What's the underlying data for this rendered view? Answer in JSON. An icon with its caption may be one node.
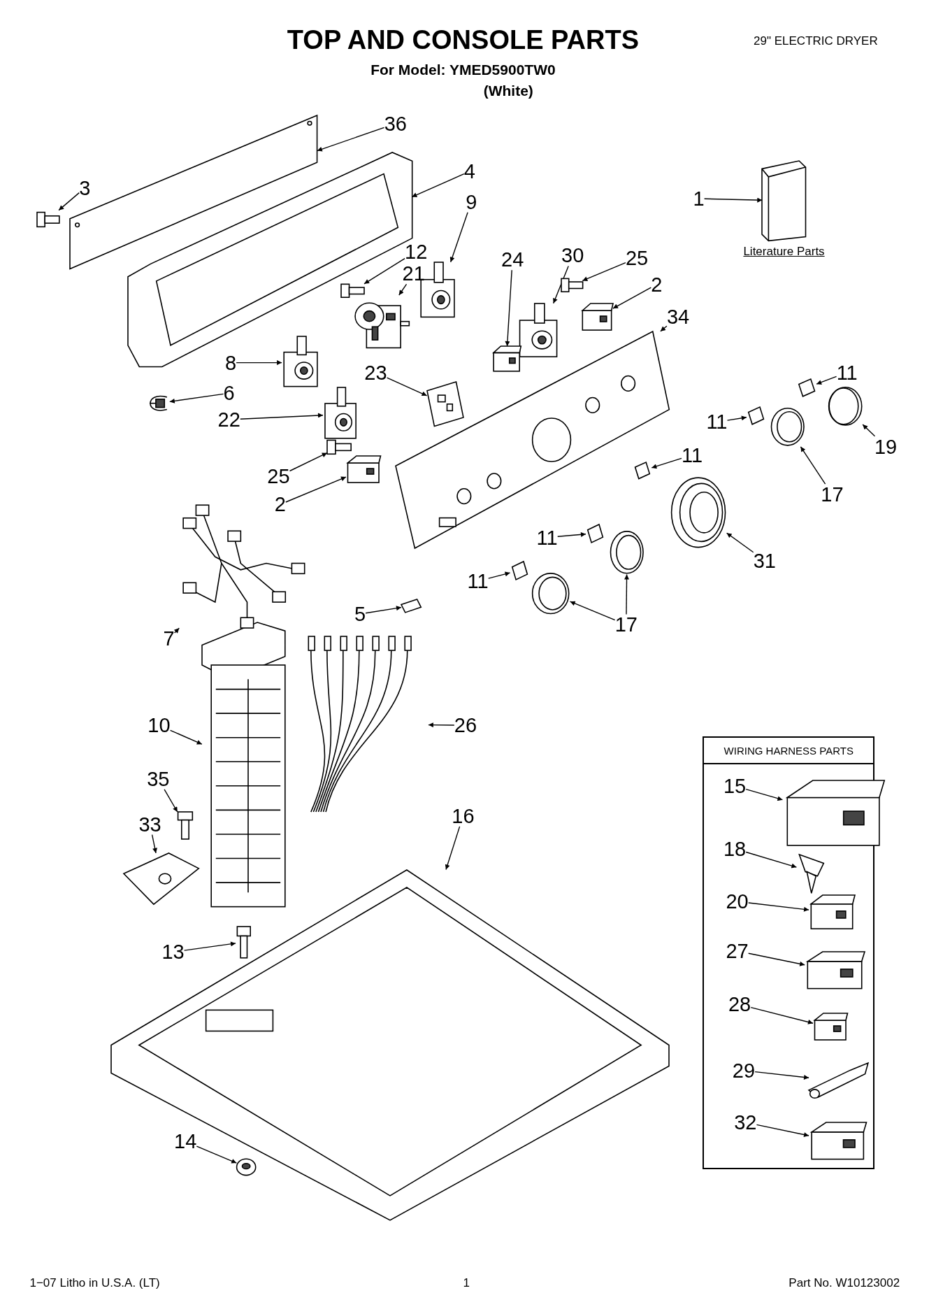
{
  "diagram": {
    "title": "TOP AND CONSOLE PARTS",
    "nodes": [
      {
        "text": [
          "36"
        ]
      },
      {
        "text": [],
        "shape": "picture"
      },
      {
        "text": [
          "3"
        ]
      },
      {
        "text": [],
        "shape": "picture"
      },
      {
        "text": [
          "4"
        ]
      },
      {
        "text": [],
        "shape": "picture"
      },
      {
        "text": [
          "1"
        ]
      },
      {
        "text": [],
        "shape": "picture",
        "beside": [
          "Literature Parts"
        ]
      },
      {
        "text": [
          "9"
        ]
      },
      {
        "text": [],
        "shape": "picture"
      },
      {
        "text": [
          "12"
        ]
      },
      {
        "text": [],
        "shape": "picture"
      },
      {
        "text": [
          "21"
        ]
      },
      {
        "text": [],
        "shape": "picture"
      },
      {
        "text": [
          "24"
        ]
      },
      {
        "text": [],
        "shape": "picture"
      },
      {
        "text": [
          "30"
        ]
      },
      {
        "text": [],
        "shape": "picture"
      },
      {
        "text": [
          "25"
        ]
      },
      {
        "text": [],
        "shape": "picture"
      },
      {
        "text": [
          "2"
        ]
      },
      {
        "text": [],
        "shape": "picture"
      },
      {
        "text": [
          "34"
        ]
      },
      {
        "text": [],
        "shape": "picture"
      },
      {
        "text": [
          "8"
        ]
      },
      {
        "text": [],
        "shape": "picture"
      },
      {
        "text": [
          "23"
        ]
      },
      {
        "text": [],
        "shape": "picture"
      },
      {
        "text": [
          "6"
        ]
      },
      {
        "text": [],
        "shape": "picture"
      },
      {
        "text": [
          "22"
        ]
      },
      {
        "text": [],
        "shape": "picture"
      },
      {
        "text": [
          "11"
        ]
      },
      {
        "text": [],
        "shape": "picture"
      },
      {
        "text": [
          "11"
        ]
      },
      {
        "text": [],
        "shape": "picture"
      },
      {
        "text": [
          "19"
        ]
      },
      {
        "text": [],
        "shape": "picture"
      },
      {
        "text": [
          "25"
        ]
      },
      {
        "text": [],
        "shape": "picture"
      },
      {
        "text": [
          "11"
        ]
      },
      {
        "text": [],
        "shape": "picture"
      },
      {
        "text": [
          "17"
        ]
      },
      {
        "text": [],
        "shape": "picture"
      },
      {
        "text": [
          "2"
        ]
      },
      {
        "text": [],
        "shape": "picture"
      },
      {
        "text": [
          "31"
        ]
      },
      {
        "text": [],
        "shape": "picture"
      },
      {
        "text": [
          "11"
        ]
      },
      {
        "text": [],
        "shape": "picture"
      },
      {
        "text": [
          "11"
        ]
      },
      {
        "text": [],
        "shape": "picture"
      },
      {
        "text": [
          "17"
        ]
      },
      {
        "text": [],
        "shape": "picture"
      },
      {
        "text": [],
        "shape": "picture"
      },
      {
        "text": [
          "5"
        ]
      },
      {
        "text": [],
        "shape": "picture"
      },
      {
        "text": [
          "7"
        ]
      },
      {
        "text": [],
        "shape": "picture"
      },
      {
        "text": [
          "10"
        ]
      },
      {
        "text": [],
        "shape": "picture"
      },
      {
        "text": [
          "26"
        ]
      },
      {
        "text": [],
        "shape": "picture"
      },
      {
        "text": [
          "35"
        ]
      },
      {
        "text": [],
        "shape": "picture"
      },
      {
        "text": [
          "33"
        ]
      },
      {
        "text": [],
        "shape": "picture"
      },
      {
        "text": [
          "16"
        ]
      },
      {
        "text": [],
        "shape": "picture"
      },
      {
        "text": [
          "13"
        ]
      },
      {
        "text": [],
        "shape": "picture"
      },
      {
        "text": [
          "14"
        ]
      },
      {
        "text": [],
        "shape": "picture"
      },
      {
        "text": [
          "WIRING HARNESS PARTS"
        ]
      },
      {
        "text": [
          "15"
        ],
        "in": 73
      },
      {
        "text": [],
        "shape": "picture",
        "in": 73
      },
      {
        "text": [
          "18"
        ],
        "in": 73
      },
      {
        "text": [],
        "shape": "picture",
        "in": 73
      },
      {
        "text": [
          "20"
        ],
        "in": 73
      },
      {
        "text": [],
        "shape": "picture",
        "in": 73
      },
      {
        "text": [
          "27"
        ],
        "in": 73
      },
      {
        "text": [],
        "shape": "picture",
        "in": 73
      },
      {
        "text": [
          "28"
        ],
        "in": 73
      },
      {
        "text": [],
        "shape": "picture",
        "in": 73
      },
      {
        "text": [
          "29"
        ],
        "in": 73
      },
      {
        "text": [],
        "shape": "picture",
        "in": 73
      },
      {
        "text": [
          "32"
        ],
        "in": 73
      },
      {
        "text": [],
        "shape": "picture",
        "in": 73
      }
    ],
    "edges": [
      {
        "from": 0,
        "to": 1,
        "arrow": "to"
      },
      {
        "from": 2,
        "to": 3,
        "arrow": "to"
      },
      {
        "from": 4,
        "to": 5,
        "arrow": "to"
      },
      {
        "from": 6,
        "to": 7,
        "arrow": "to"
      },
      {
        "from": 8,
        "to": 9,
        "arrow": "to"
      },
      {
        "from": 10,
        "to": 11,
        "arrow": "to"
      },
      {
        "from": 12,
        "to": 13,
        "arrow": "to"
      },
      {
        "from": 14,
        "to": 15,
        "arrow": "to"
      },
      {
        "from": 16,
        "to": 17,
        "arrow": "to"
      },
      {
        "from": 18,
        "to": 19,
        "arrow": "to"
      },
      {
        "from": 20,
        "to": 21,
        "arrow": "to"
      },
      {
        "from": 22,
        "to": 23,
        "arrow": "to"
      },
      {
        "from": 24,
        "to": 25,
        "arrow": "to"
      },
      {
        "from": 26,
        "to": 27,
        "arrow": "to"
      },
      {
        "from": 28,
        "to": 29,
        "arrow": "to"
      },
      {
        "from": 30,
        "to": 31,
        "arrow": "to"
      },
      {
        "from": 32,
        "to": 33,
        "arrow": "to"
      },
      {
        "from": 34,
        "to": 35,
        "arrow": "to"
      },
      {
        "from": 36,
        "to": 37,
        "arrow": "to"
      },
      {
        "from": 38,
        "to": 39,
        "arrow": "to"
      },
      {
        "from": 40,
        "to": 41,
        "arrow": "to"
      },
      {
        "from": 42,
        "to": 43,
        "arrow": "to"
      },
      {
        "from": 44,
        "to": 45,
        "arrow": "to"
      },
      {
        "from": 46,
        "to": 47,
        "arrow": "to"
      },
      {
        "from": 48,
        "to": 49,
        "arrow": "to"
      },
      {
        "from": 50,
        "to": 51,
        "arrow": "to"
      },
      {
        "from": 52,
        "to": 53,
        "arrow": "to"
      },
      {
        "from": 52,
        "to": 54,
        "arrow": "to"
      },
      {
        "from": 55,
        "to": 56,
        "arrow": "to"
      },
      {
        "from": 57,
        "to": 58,
        "arrow": "to"
      },
      {
        "from": 59,
        "to": 60,
        "arrow": "to"
      },
      {
        "from": 61,
        "to": 62,
        "arrow": "to"
      },
      {
        "from": 63,
        "to": 64,
        "arrow": "to"
      },
      {
        "from": 65,
        "to": 66,
        "arrow": "to"
      },
      {
        "from": 67,
        "to": 68,
        "arrow": "to"
      },
      {
        "from": 69,
        "to": 70,
        "arrow": "to"
      },
      {
        "from": 71,
        "to": 72,
        "arrow": "to"
      },
      {
        "from": 74,
        "to": 75,
        "arrow": "to"
      },
      {
        "from": 76,
        "to": 77,
        "arrow": "to"
      },
      {
        "from": 78,
        "to": 79,
        "arrow": "to"
      },
      {
        "from": 80,
        "to": 81,
        "arrow": "to"
      },
      {
        "from": 82,
        "to": 83,
        "arrow": "to"
      },
      {
        "from": 84,
        "to": 85,
        "arrow": "to"
      },
      {
        "from": 86,
        "to": 87,
        "arrow": "to"
      }
    ],
    "labels": [
      "29\" ELECTRIC DRYER",
      "For Model: YMED5900TW0",
      "(White)",
      "1−07 Litho in U.S.A. (LT)",
      "1",
      "Part No. W10123002"
    ]
  }
}
